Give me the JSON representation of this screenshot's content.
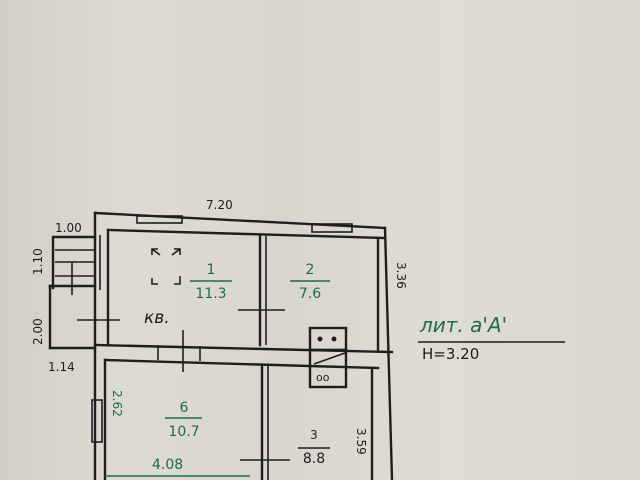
{
  "plan": {
    "type": "apartment floor plan (technical inventory)",
    "colors": {
      "paper": "#d8d6cd",
      "ink": "#1e1e1e",
      "green_ink": "#1f6a4c"
    },
    "dimensions": {
      "top_width": "7.20",
      "left_top_width": "1.00",
      "left_top_height": "1.10",
      "left_mid_height": "2.00",
      "left_bottom_width": "1.14",
      "right_top_height": "3.36",
      "room6_height": "2.62",
      "room6_width": "4.08",
      "room3_height": "3.59"
    },
    "rooms": [
      {
        "number": "1",
        "area": "11.3"
      },
      {
        "number": "2",
        "area": "7.6"
      },
      {
        "number": "6",
        "area": "10.7"
      },
      {
        "number": "3",
        "area": "8.8"
      }
    ],
    "annotations": {
      "apartment_label": "кв.",
      "stove_label": "●●",
      "sink_label": "oo",
      "letter_label": "лит. а'А'",
      "ceiling_height": "H=3.20"
    }
  }
}
